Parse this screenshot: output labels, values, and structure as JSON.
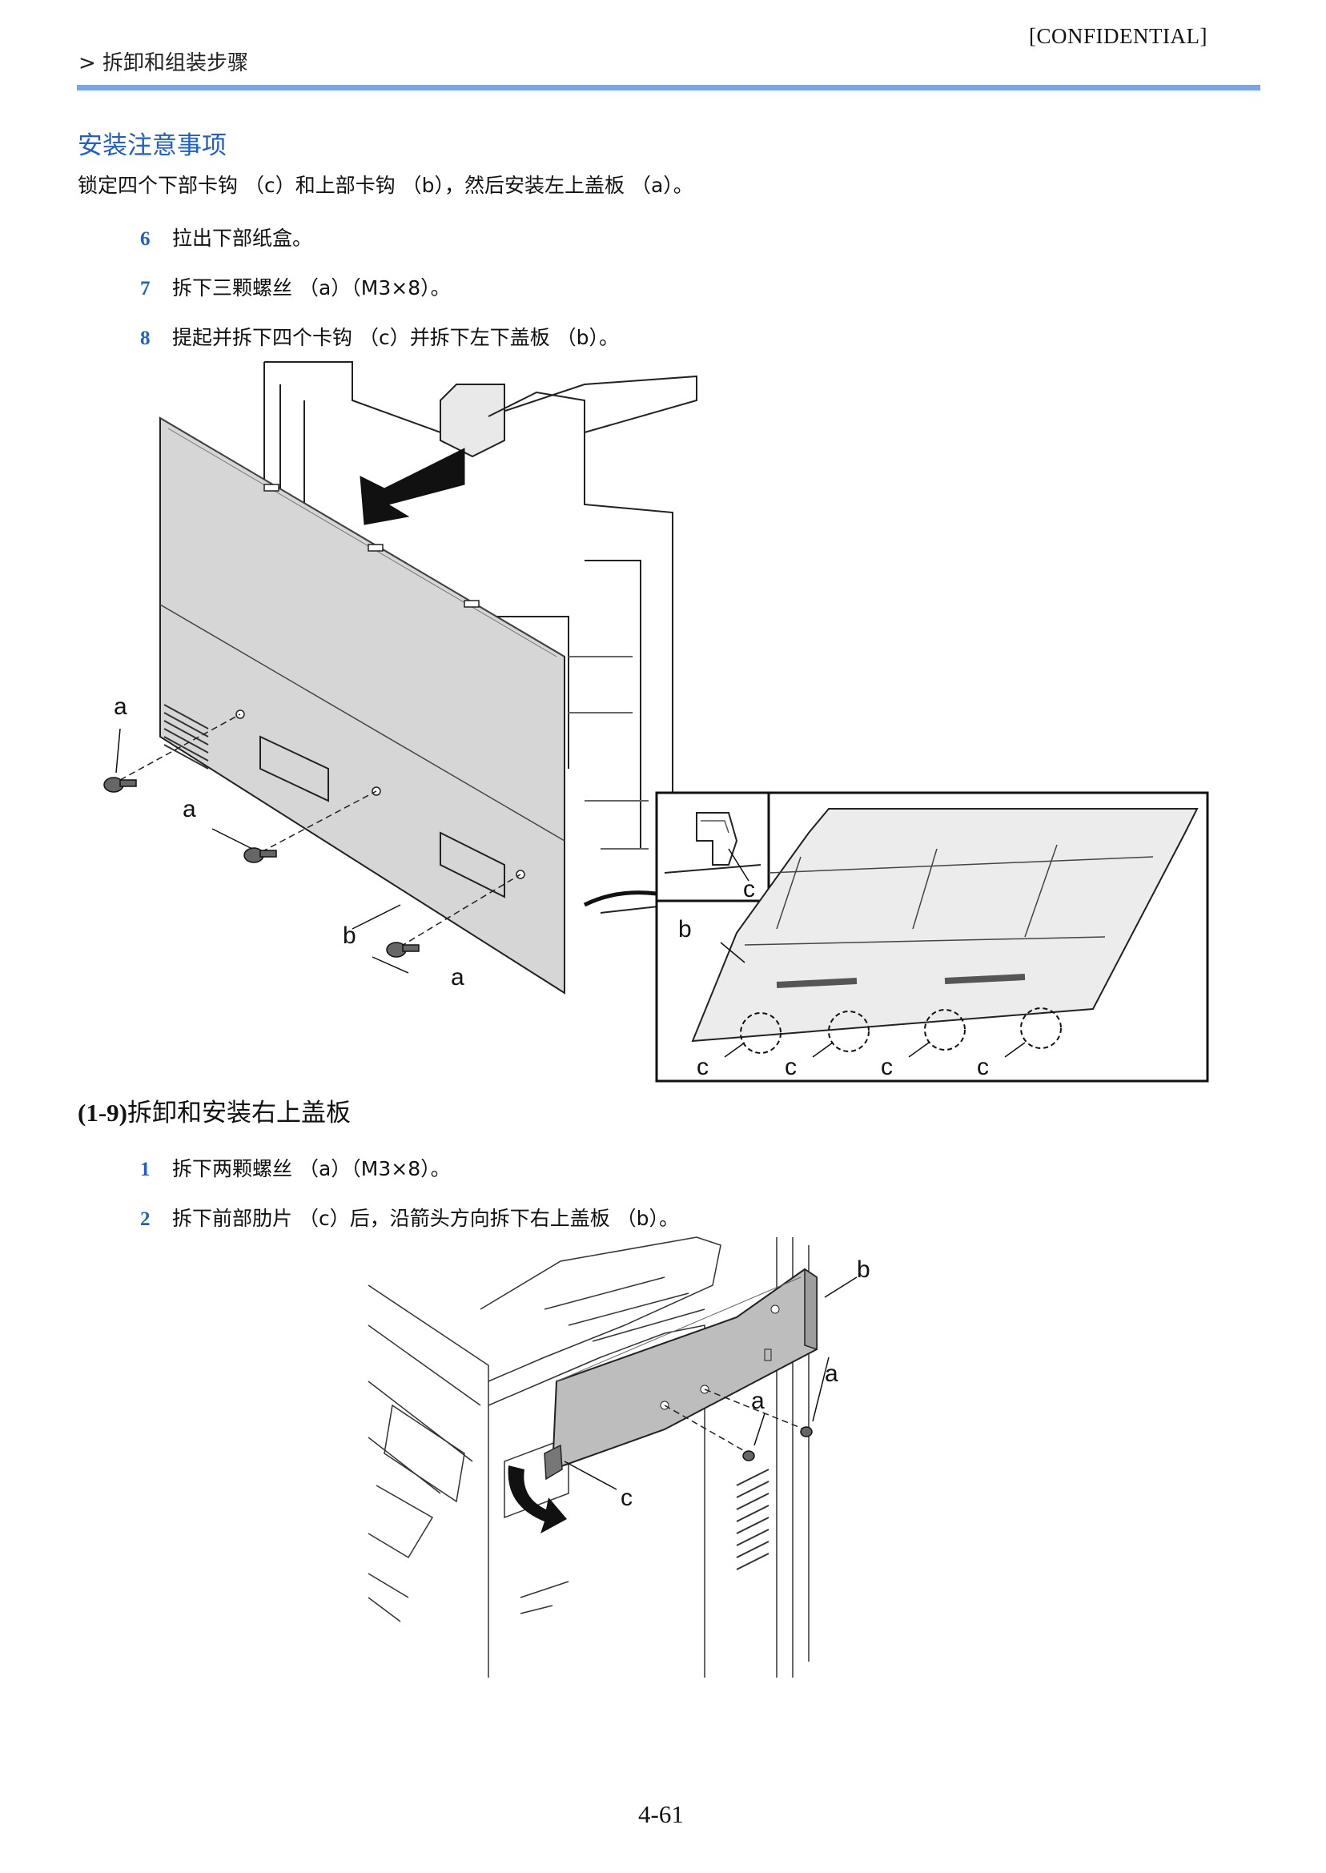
{
  "header": {
    "confidential": "[CONFIDENTIAL]",
    "breadcrumb": "> 拆卸和组装步骤"
  },
  "install_notes": {
    "heading": "安装注意事项",
    "text": "锁定四个下部卡钩 （c）和上部卡钩 （b），然后安装左上盖板 （a）。"
  },
  "steps_a": [
    {
      "num": "6",
      "text": "拉出下部纸盒。"
    },
    {
      "num": "7",
      "text": "拆下三颗螺丝 （a）（M3×8）。"
    },
    {
      "num": "8",
      "text": "提起并拆下四个卡钩 （c）并拆下左下盖板 （b）。"
    }
  ],
  "figure1": {
    "labels": {
      "a": "a",
      "b": "b",
      "c": "c"
    }
  },
  "section_1_9": {
    "number": "(1-9)",
    "title": "拆卸和安装右上盖板"
  },
  "steps_b": [
    {
      "num": "1",
      "text": "拆下两颗螺丝 （a）（M3×8）。"
    },
    {
      "num": "2",
      "text": "拆下前部肋片 （c）后，沿箭头方向拆下右上盖板 （b）。"
    }
  ],
  "figure2": {
    "labels": {
      "a": "a",
      "b": "b",
      "c": "c"
    }
  },
  "footer": {
    "page_number": "4-61"
  }
}
